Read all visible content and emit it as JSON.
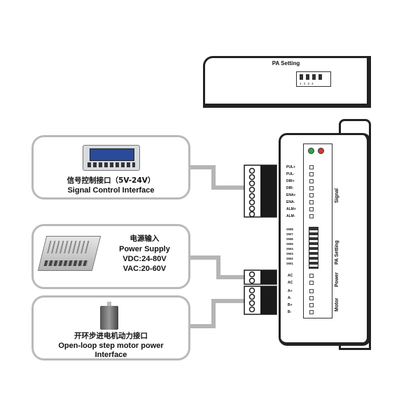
{
  "pa_panel": {
    "title": "PA Setting",
    "dip_numbers": [
      "1",
      "2",
      "3",
      "4"
    ]
  },
  "signal_box": {
    "title_cn": "信号控制接口（5V-24V）",
    "title_en": "Signal Control Interface"
  },
  "power_box": {
    "title_cn": "电源输入",
    "title_en": "Power Supply",
    "vdc": "VDC:24-80V",
    "vac": "VAC:20-60V"
  },
  "motor_box": {
    "title_cn": "开环步进电机动力接口",
    "title_en_1": "Open-loop step motor power",
    "title_en_2": "Interface"
  },
  "driver": {
    "signal_pins": [
      "PUL+",
      "PUL-",
      "DIR+",
      "DIR-",
      "ENA+",
      "ENA-",
      "ALM+",
      "ALM-"
    ],
    "sw_labels": [
      "SW8",
      "SW7",
      "SW6",
      "SW5",
      "SW4",
      "SW3",
      "SW2",
      "SW1"
    ],
    "power_pins": [
      "AC",
      "AC"
    ],
    "motor_pins": [
      "A+",
      "A-",
      "B+",
      "B-"
    ],
    "sections": {
      "signal": "Signal",
      "pa": "PA Setting",
      "power": "Power",
      "motor": "Motor"
    }
  },
  "colors": {
    "wire": "#b5b5b5",
    "connector": "#1a1a1a",
    "led_green": "#2fa84a",
    "led_red": "#d33a2c"
  }
}
